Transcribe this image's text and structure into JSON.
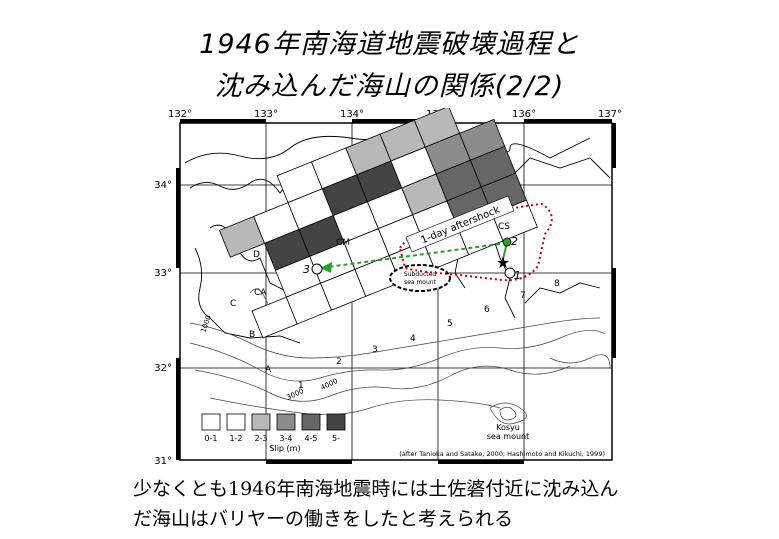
{
  "title_line1": "1946年南海道地震破壊過程と",
  "title_line2": "沈み込んだ海山の関係(2/2)",
  "map": {
    "lon_ticks": [
      "132°",
      "133°",
      "134°",
      "135°",
      "136°",
      "137°"
    ],
    "lat_ticks": [
      "34°",
      "33°",
      "32°",
      "31°"
    ],
    "aftershock_label": "1-day aftershock",
    "subducted_label_1": "Subducted",
    "subducted_label_2": "sea mount",
    "kosyu_label_1": "Kosyu",
    "kosyu_label_2": "sea mount",
    "site_labels": {
      "D": "D",
      "CM": "CM",
      "CS": "CS",
      "CA": "CA",
      "C": "C",
      "B": "B",
      "A": "A"
    },
    "segment_numbers": [
      "1",
      "2",
      "3",
      "4",
      "5",
      "6",
      "7",
      "8"
    ],
    "event_numbers": [
      "1",
      "2",
      "3"
    ],
    "depth_labels": [
      "1000",
      "3000",
      "4000"
    ],
    "legend": {
      "classes": [
        "0-1",
        "1-2",
        "2-3",
        "3-4",
        "4-5",
        "5-"
      ],
      "colors": [
        "#ffffff",
        "#ffffff",
        "#b8b8b8",
        "#8c8c8c",
        "#666666",
        "#444444"
      ],
      "title": "Slip (m)"
    },
    "credit": "(after Tanioka and Satake, 2000; Hashimoto and Kikuchi, 1999)"
  },
  "caption_line1": "少なくとも1946年南海地震時には土佐碆付近に沈み込ん",
  "caption_line2": "だ海山はバリヤーの働きをしたと考えられる"
}
